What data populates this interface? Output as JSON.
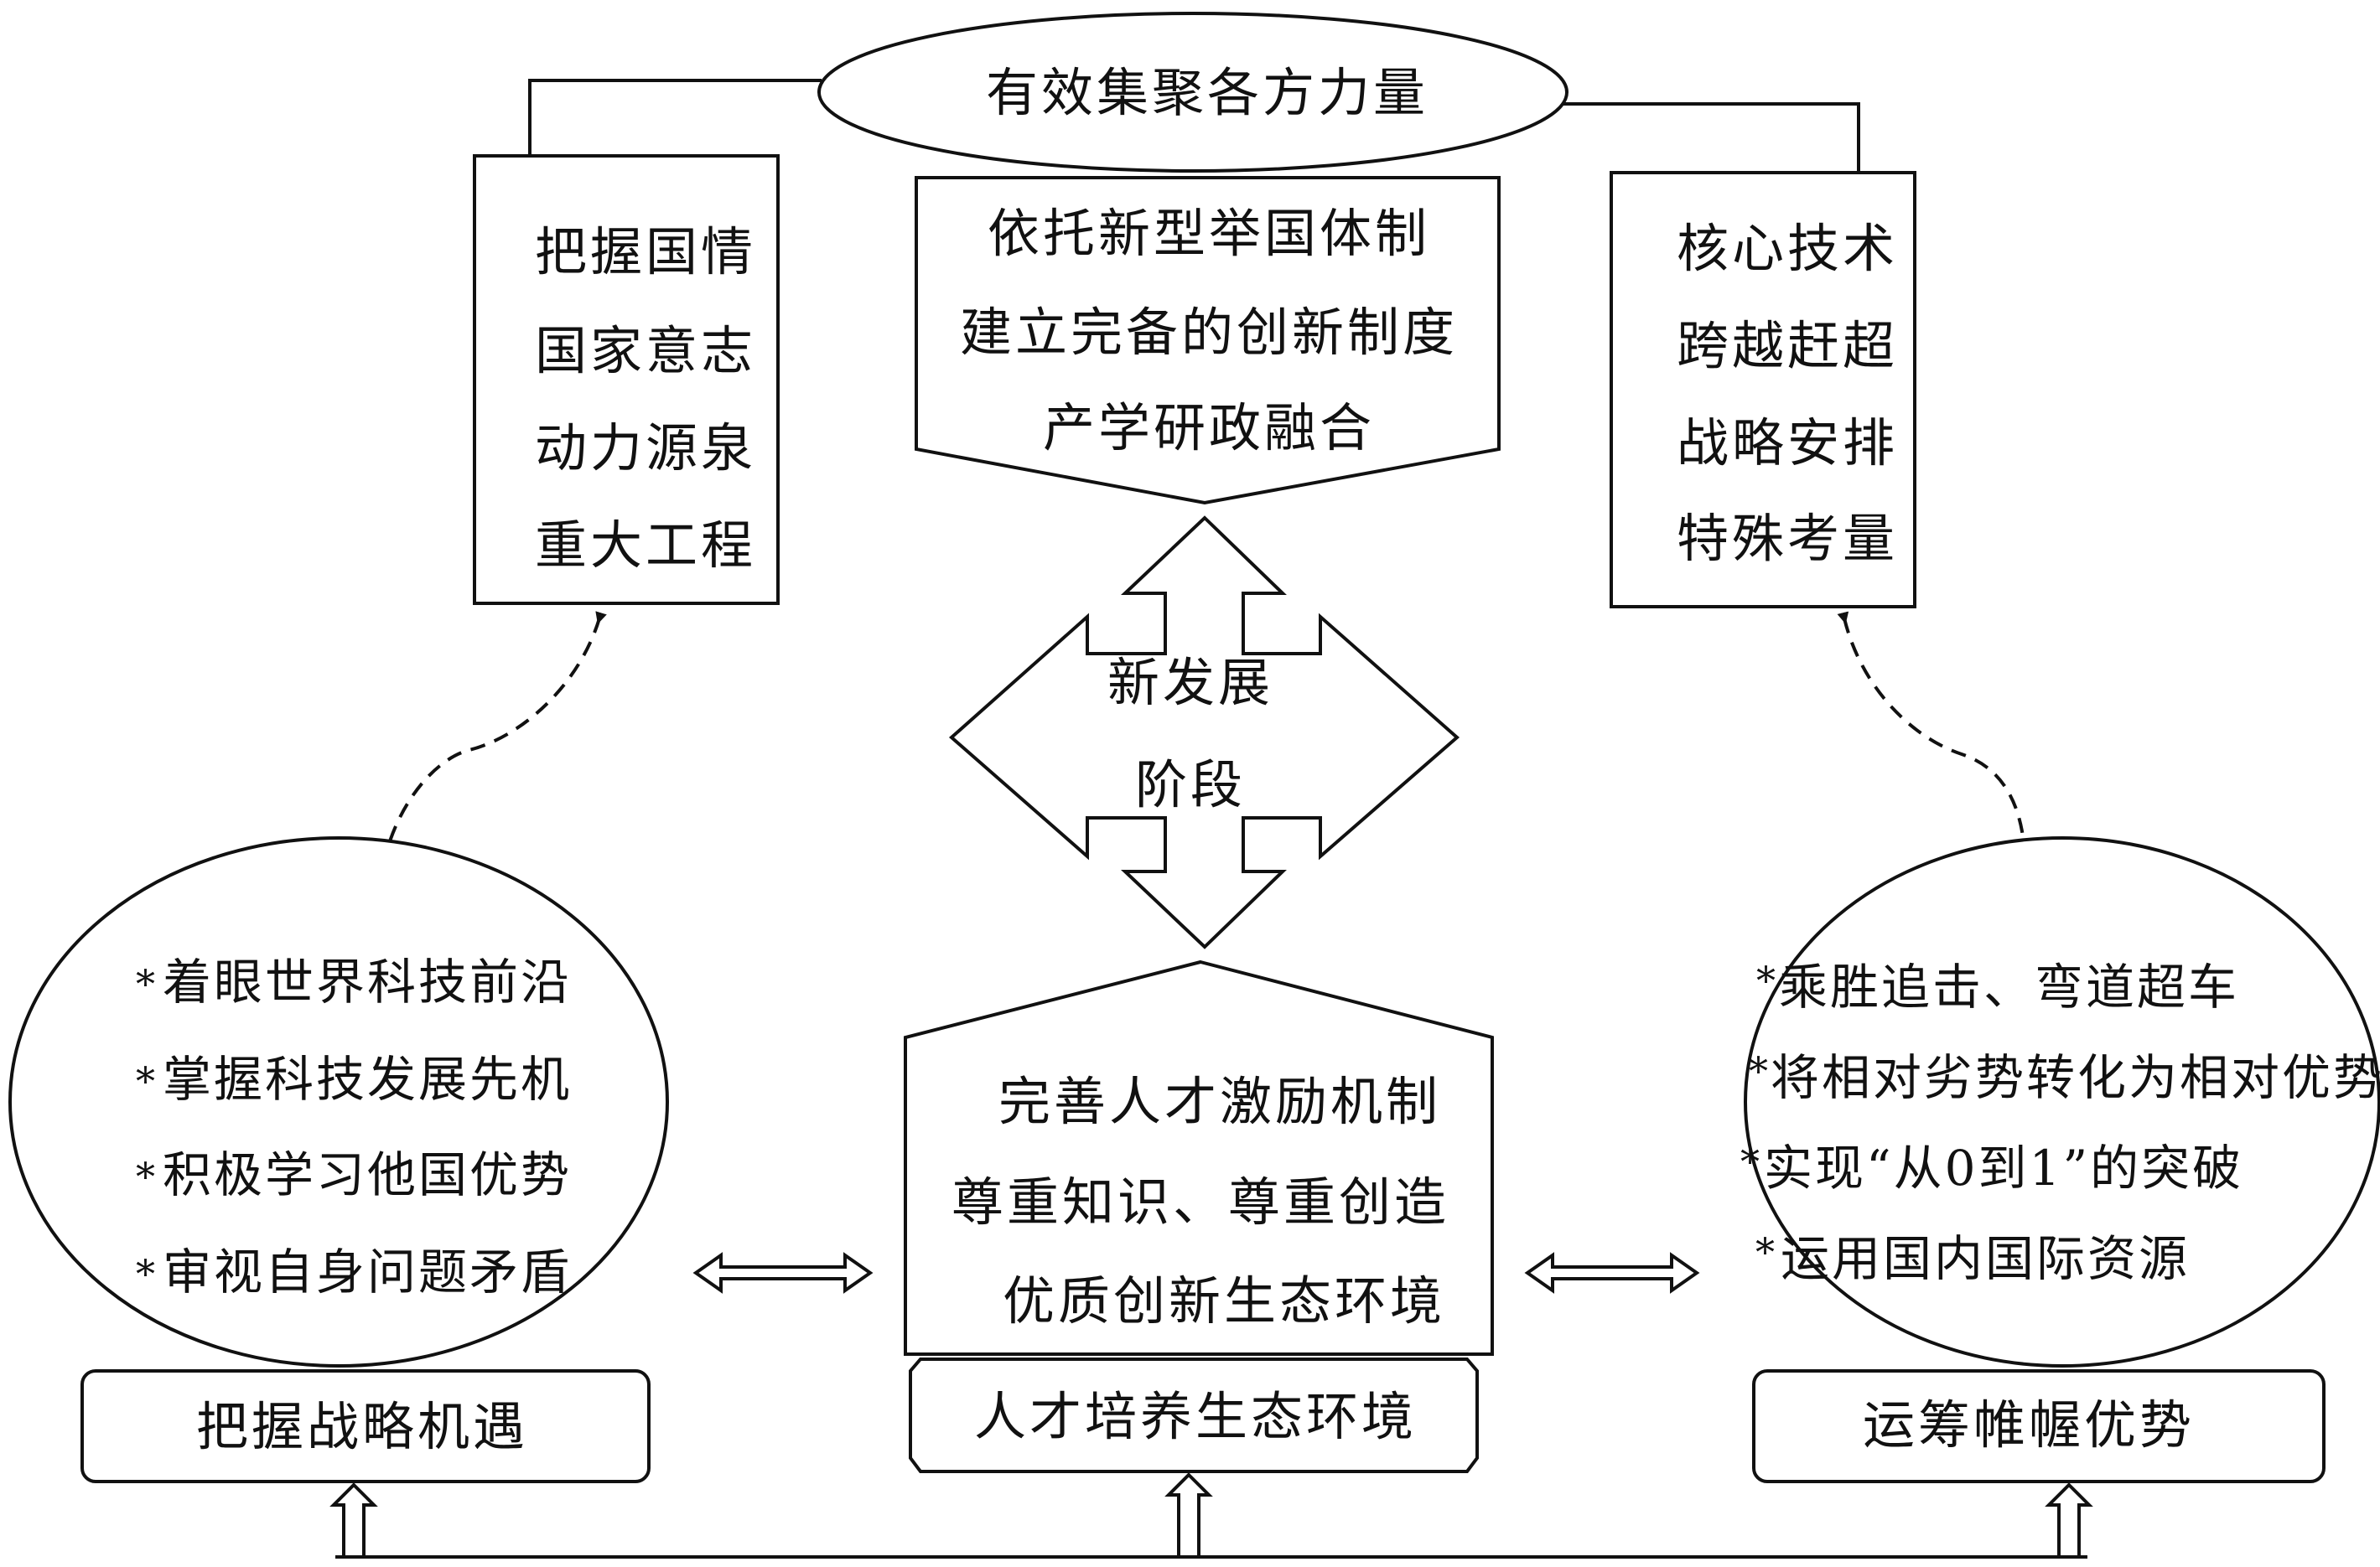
{
  "top_ellipse": {
    "label": "有效集聚各方力量"
  },
  "left_box": {
    "lines": [
      "把握国情",
      "国家意志",
      "动力源泉",
      "重大工程"
    ]
  },
  "center_top_box": {
    "lines": [
      "依托新型举国体制",
      "建立完备的创新制度",
      "产学研政融合"
    ]
  },
  "right_box": {
    "lines": [
      "核心技术",
      "跨越赶超",
      "战略安排",
      "特殊考量"
    ]
  },
  "center_arrow": {
    "lines": [
      "新发展",
      "阶段"
    ]
  },
  "left_ellipse": {
    "items": [
      "着眼世界科技前沿",
      "掌握科技发展先机",
      "积极学习他国优势",
      "审视自身问题矛盾"
    ]
  },
  "center_house": {
    "lines": [
      "完善人才激励机制",
      "尊重知识、尊重创造",
      "优质创新生态环境"
    ]
  },
  "right_ellipse": {
    "items": [
      "乘胜追击、弯道超车",
      "将相对劣势转化为相对优势",
      "实现“从0到1”的突破",
      "运用国内国际资源"
    ]
  },
  "bottom_labels": {
    "left": "把握战略机遇",
    "center": "人才培养生态环境",
    "right": "运筹帷幄优势"
  },
  "bullet_symbol": "*",
  "colors": {
    "stroke": "#111111",
    "fill": "#ffffff",
    "text": "#111111"
  }
}
